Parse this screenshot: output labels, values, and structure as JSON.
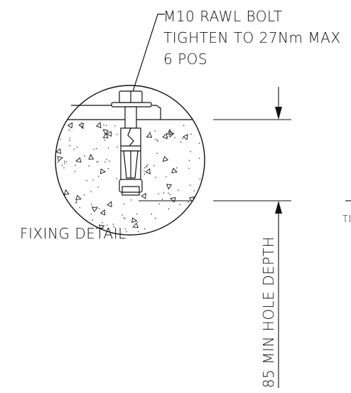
{
  "callout": {
    "line1": "M10 RAWL BOLT",
    "line2": "TIGHTEN TO 27Nm MAX",
    "line3": "6 POS"
  },
  "detail_title": "FIXING DETAIL",
  "dimension_label": "85 MIN HOLE DEPTH",
  "cut_off_text": "TI",
  "colors": {
    "ink": "#111111",
    "background": "#ffffff"
  }
}
